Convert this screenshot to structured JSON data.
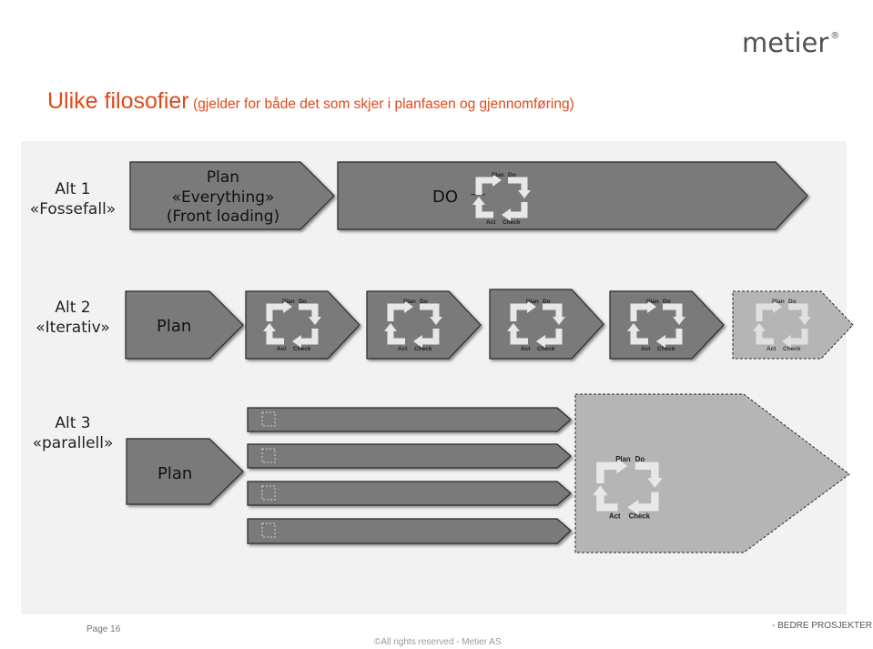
{
  "logo": {
    "text": "metier",
    "mark": "®"
  },
  "title": {
    "main": "Ulike filosofier",
    "sub": "(gjelder for både det som skjer i planfasen og gjennomføring)"
  },
  "rows": {
    "alt1": {
      "line1": "Alt 1",
      "line2": "«Fossefall»"
    },
    "alt2": {
      "line1": "Alt 2",
      "line2": "«Iterativ»"
    },
    "alt3": {
      "line1": "Alt 3",
      "line2": "«parallell»"
    }
  },
  "shapes": {
    "alt1_plan": {
      "line1": "Plan",
      "line2": "«Everything»",
      "line3": "(Front loading)"
    },
    "alt1_do": "DO",
    "alt2_plan": "Plan",
    "alt3_plan": "Plan"
  },
  "pdca": {
    "plan": "Plan",
    "do": "Do",
    "act": "Act",
    "check": "Check"
  },
  "footer": {
    "page": "Page 16",
    "tagline": "- BEDRE PROSJEKTER",
    "copyright": "©All rights reserved - Metier AS"
  },
  "colors": {
    "title": "#e0491b",
    "panel": "#f2f2f2",
    "shape_dark": "#7a7a7a",
    "shape_light": "#b5b5b5",
    "logo": "#4d5256"
  }
}
